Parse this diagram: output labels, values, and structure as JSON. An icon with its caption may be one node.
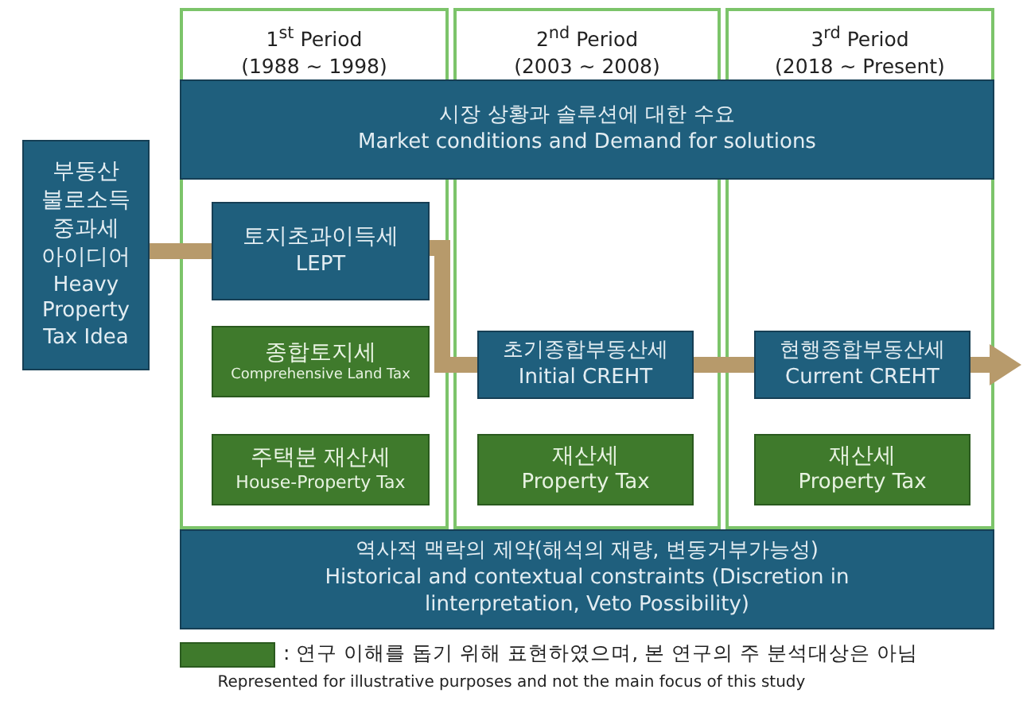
{
  "diagram": {
    "nodes": [
      {
        "text": [
          "1$^{st}$ Period",
          "(1988 ~ 1998)"
        ]
      },
      {
        "text": [
          "2$^{nd}$ Period",
          "(2003 ~ 2008)"
        ]
      },
      {
        "text": [
          "3$^{rd}$ Period",
          "(2018 ~ Present)"
        ]
      },
      {
        "text": [
          "시장 상황과 솔루션에 대한 수요",
          "Market conditions and Demand for solutions"
        ]
      },
      {
        "text": [
          "부동산 불로소득 중과세 아이디어",
          "Heavy Property Tax Idea"
        ]
      },
      {
        "text": [
          "토지초과이득세",
          "LEPT"
        ],
        "in": 0
      },
      {
        "text": [
          "종합토지세",
          "Comprehensive Land Tax"
        ],
        "in": 0
      },
      {
        "text": [
          "주택분 재산세",
          "House-Property Tax"
        ],
        "in": 0
      },
      {
        "text": [
          "초기종합부동산세",
          "Initial CREHT"
        ],
        "in": 1
      },
      {
        "text": [
          "재산세",
          "Property Tax"
        ],
        "in": 1
      },
      {
        "text": [
          "현행종합부동산세",
          "Current CREHT"
        ],
        "in": 2
      },
      {
        "text": [
          "재산세",
          "Property Tax"
        ],
        "in": 2
      },
      {
        "text": [
          "역사적 맥락의 제약(해석의 재량, 변동거부가능성)",
          "Historical and contextual constraints (Discretion in linterpretation, Veto Possibility)"
        ]
      }
    ],
    "edges": [
      {
        "from": 4,
        "to": 5,
        "arrow": "none"
      },
      {
        "from": 5,
        "to": 8,
        "arrow": "none"
      },
      {
        "from": 8,
        "to": 10,
        "arrow": "none"
      },
      {
        "from": 10,
        "to": null,
        "arrow": "to"
      }
    ],
    "labels": [
      "Represented for illustrative purposes and not the main focus of this study"
    ],
    "legend": [
      {
        "text": ": 연구 이해를 돕기 위해 표현하였으며, 본 연구의 주 분석대상은 아님",
        "color": "#3f7a2c"
      }
    ]
  }
}
